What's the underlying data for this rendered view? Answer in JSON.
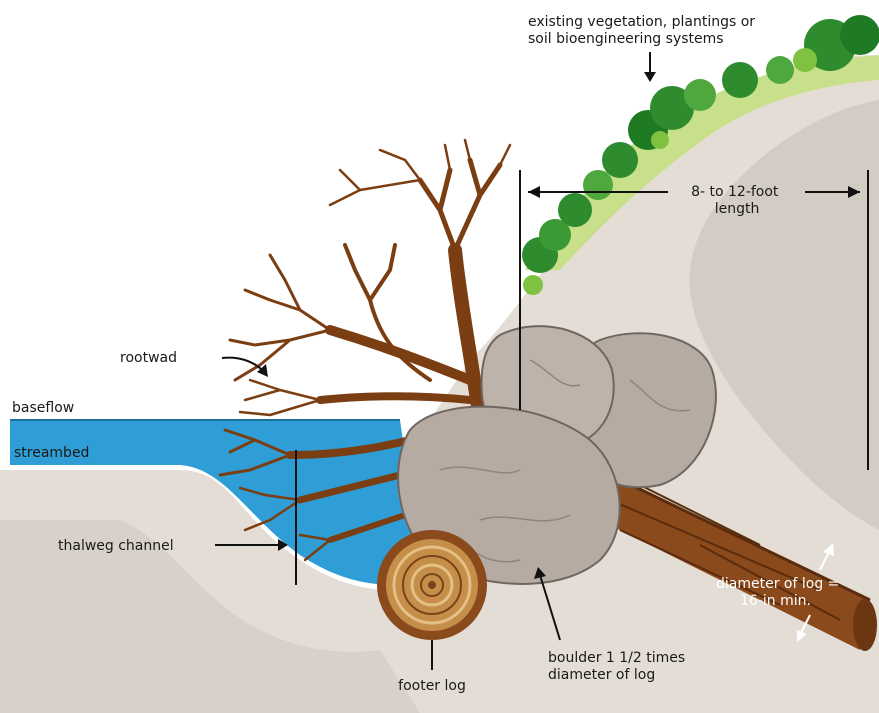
{
  "labels": {
    "vegetation": [
      "existing vegetation, plantings or",
      "soil bioengineering systems"
    ],
    "length": [
      "8- to 12-foot",
      "length"
    ],
    "rootwad": "rootwad",
    "baseflow": "baseflow",
    "streambed": "streambed",
    "thalweg": "thalweg channel",
    "diameter": [
      "diameter of log =",
      "16-in min."
    ],
    "boulder": [
      "boulder 1 1/2 times",
      "diameter of log"
    ],
    "footer": "footer log"
  },
  "colors": {
    "soil": "#e3ddd6",
    "soil_shadow": "#d3ccc4",
    "water": "#2f9ed6",
    "wood": "#8a4a1c",
    "wood_dark": "#5a2c0c",
    "boulder": "#b5aba3",
    "boulder_shade": "#9a8f87",
    "vegetation": "#2e8b2e",
    "vegetation_light": "#7fc241",
    "grass": "#c8e08a",
    "ring_light": "#e3c184"
  }
}
